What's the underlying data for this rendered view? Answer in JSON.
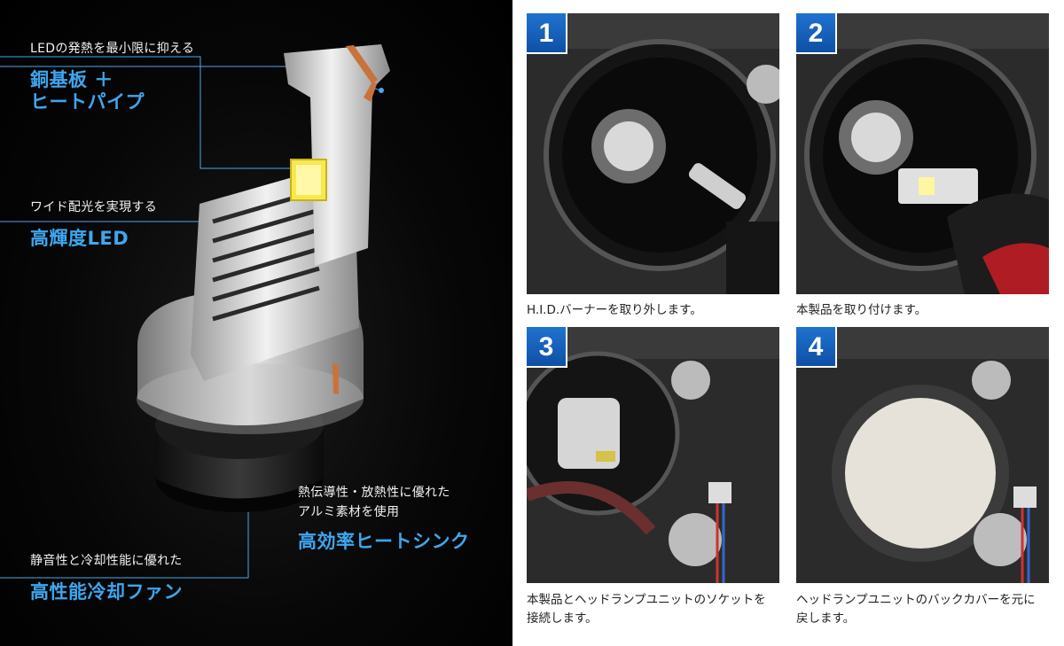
{
  "features": {
    "copper": {
      "sub": "LEDの発熱を最小限に抑える",
      "head_line1": "銅基板 ＋",
      "head_line2": "ヒートパイプ"
    },
    "led": {
      "sub": "ワイド配光を実現する",
      "head": "高輝度LED"
    },
    "heatsink": {
      "sub_line1": "熱伝導性・放熱性に優れた",
      "sub_line2": "アルミ素材を使用",
      "head": "高効率ヒートシンク"
    },
    "fan": {
      "sub": "静音性と冷却性能に優れた",
      "head": "高性能冷却ファン"
    }
  },
  "steps": [
    {
      "number": "1",
      "caption_line1": "H.I.D.バーナーを取り外します。",
      "caption_line2": ""
    },
    {
      "number": "2",
      "caption_line1": "本製品を取り付けます。",
      "caption_line2": ""
    },
    {
      "number": "3",
      "caption_line1": "本製品とヘッドランプユニットのソケットを",
      "caption_line2": "接続します。"
    },
    {
      "number": "4",
      "caption_line1": "ヘッドランプユニットのバックカバーを元に",
      "caption_line2": "戻します。"
    }
  ],
  "colors": {
    "accent_blue": "#3ea6ee",
    "badge_blue": "#1a66c2",
    "copper": "#c8733c"
  }
}
